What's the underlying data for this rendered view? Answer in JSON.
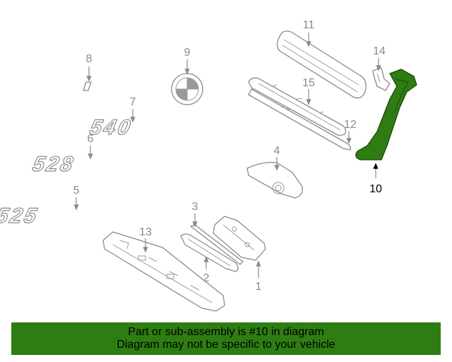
{
  "callouts": {
    "c1": "1",
    "c2": "2",
    "c3": "3",
    "c4": "4",
    "c5": "5",
    "c6": "6",
    "c7": "7",
    "c8": "8",
    "c9": "9",
    "c10": "10",
    "c11": "11",
    "c12": "12",
    "c13": "13",
    "c14": "14",
    "c15": "15"
  },
  "badges": {
    "b540": "540",
    "b528": "528",
    "b525": "525",
    "b8": "i"
  },
  "highlight_color": "#2e7d12",
  "banner": {
    "line1": "Part or sub-assembly is #10 in diagram",
    "line2": "Diagram may not be specific to your vehicle"
  }
}
